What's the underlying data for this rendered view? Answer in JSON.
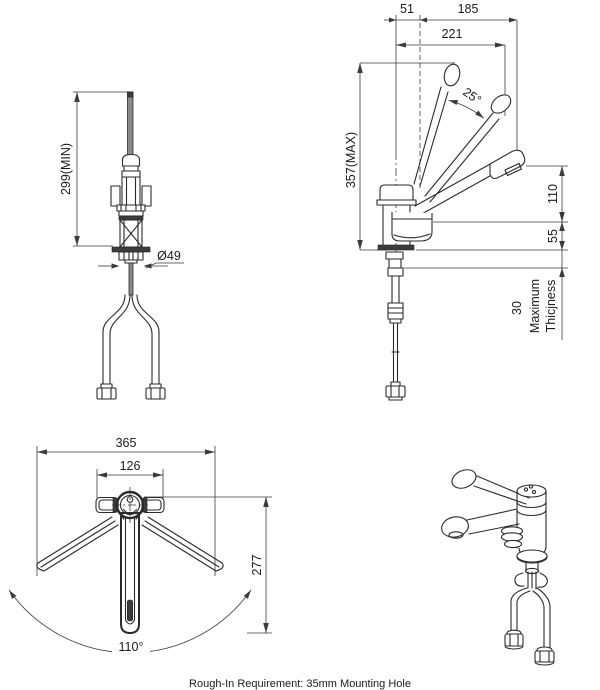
{
  "colors": {
    "line": "#2a2a2a",
    "dimension": "#3a3a3a",
    "text": "#1a1a1a",
    "background": "#ffffff"
  },
  "front_view": {
    "height_min_label": "299(MIN)",
    "base_diameter_label": "Ø49"
  },
  "side_view": {
    "handle_offset_label": "51",
    "handle_reach_label": "185",
    "spout_reach_label": "221",
    "handle_angle_label": "25°",
    "height_max_label": "357(MAX)",
    "spout_height_label": "110",
    "base_height_label": "55",
    "deck_thickness_value": "30",
    "deck_thickness_text_line1": "Maximum",
    "deck_thickness_text_line2": "Thicjness"
  },
  "plan_view": {
    "swivel_span_label": "365",
    "flange_span_label": "126",
    "swivel_depth_label": "277",
    "swivel_angle_label": "110°"
  },
  "footer": {
    "rough_in_note": "Rough-In Requirement: 35mm Mounting Hole"
  }
}
